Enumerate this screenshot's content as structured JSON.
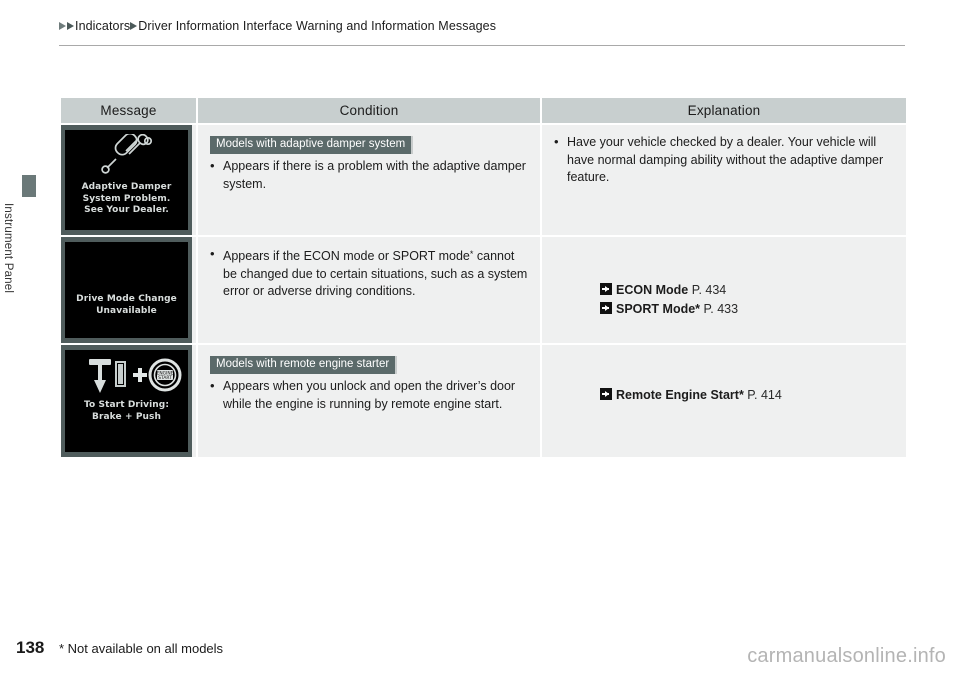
{
  "breadcrumb": {
    "items": [
      "Indicators",
      "Driver Information Interface Warning and Information Messages"
    ]
  },
  "sidebar": {
    "label": "Instrument Panel"
  },
  "table": {
    "headers": [
      "Message",
      "Condition",
      "Explanation"
    ],
    "rows": [
      {
        "message": {
          "screen_lines": [
            "Adaptive Damper",
            "System Problem.",
            "See Your Dealer."
          ],
          "icon": "shock-absorber-icon"
        },
        "condition": {
          "tag": "Models with adaptive damper system",
          "bullets": [
            "Appears if there is a problem with the adaptive damper system."
          ]
        },
        "explanation": {
          "bullets": [
            "Have your vehicle checked by a dealer. Your vehicle will have normal damping ability without the adaptive damper feature."
          ],
          "xrefs": []
        }
      },
      {
        "message": {
          "screen_lines": [
            "Drive Mode Change",
            "Unavailable"
          ],
          "icon": "none"
        },
        "condition": {
          "tag": "",
          "bullets": [
            "Appears if the ECON mode or SPORT mode* cannot be changed due to certain situations, such as a system error or adverse driving conditions."
          ]
        },
        "explanation": {
          "bullets": [],
          "xrefs": [
            {
              "title": "ECON Mode",
              "star": false,
              "page": "P. 434"
            },
            {
              "title": "SPORT Mode",
              "star": true,
              "page": "P. 433"
            }
          ]
        }
      },
      {
        "message": {
          "screen_lines": [
            "To Start Driving:",
            "Brake + Push"
          ],
          "icon": "brake-pedal-plus-start-button-icon"
        },
        "condition": {
          "tag": "Models with remote engine starter",
          "bullets": [
            "Appears when you unlock and open the driver’s door while the engine is running by remote engine start."
          ]
        },
        "explanation": {
          "bullets": [],
          "xrefs": [
            {
              "title": "Remote Engine Start",
              "star": true,
              "page": "P. 414"
            }
          ]
        }
      }
    ]
  },
  "footer": {
    "page_number": "138",
    "footnote": "* Not available on all models",
    "watermark": "carmanualsonline.info"
  },
  "colors": {
    "header_bg": "#c8cfcf",
    "cell_bg": "#eff0f0",
    "tag_bg": "#5b6a6a",
    "frame": "#4f5c5c",
    "screen": "#000000",
    "accent_arrow": "#6f7c7c"
  }
}
